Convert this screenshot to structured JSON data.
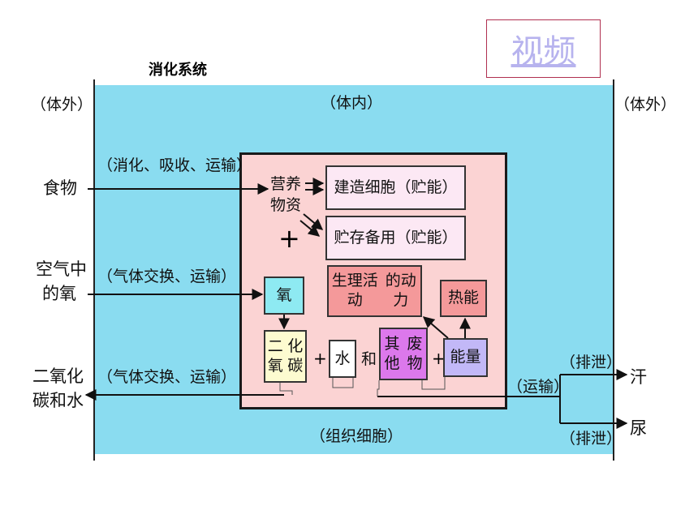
{
  "title": "消化系统",
  "video_link": "视频",
  "regions": {
    "outside_left": "（体外）",
    "inside": "（体内）",
    "outside_right": "（体外）",
    "tissue_cell": "（组织细胞）"
  },
  "inputs": {
    "food": "食物",
    "food_process": "（消化、吸收、运输）",
    "oxygen_line1": "空气中",
    "oxygen_line2": "的氧",
    "oxygen_process": "（气体交换、运输）",
    "co2_line1": "二氧化",
    "co2_line2": "碳和水",
    "co2_process": "（气体交换、运输）"
  },
  "cell": {
    "nutrients_line1": "营养",
    "nutrients_line2": "物资",
    "build_cells": "建造细胞（贮能）",
    "store": "贮存备用（贮能）",
    "plus1": "+",
    "oxygen": "氧",
    "activity_line1": "生理活动",
    "activity_line2": "的动力",
    "heat": "热能",
    "co2_line1": "二氧",
    "co2_line2": "化碳",
    "plus2": "+",
    "water": "水",
    "and": "和",
    "waste_line1": "其他",
    "waste_line2": "废物",
    "plus3": "+",
    "energy": "能量"
  },
  "outputs": {
    "transport": "（运输）",
    "excrete1": "（排泄）",
    "sweat": "汗",
    "excrete2": "（排泄）",
    "urine": "尿"
  }
}
